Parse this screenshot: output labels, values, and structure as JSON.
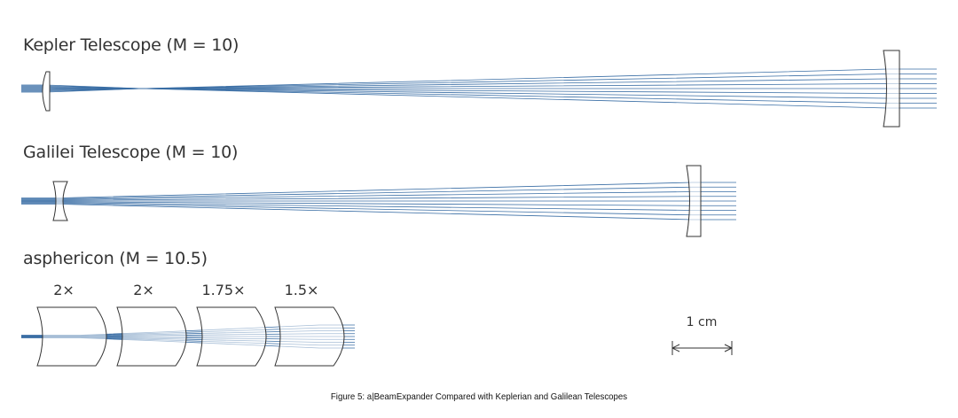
{
  "diagram": {
    "kepler_title": "Kepler Telescope (M = 10)",
    "galilei_title": "Galilei Telescope (M = 10)",
    "asphericon_title": "asphericon (M = 10.5)",
    "stage_factors": [
      "2×",
      "2×",
      "1.75×",
      "1.5×"
    ],
    "scale_bar_label": "1 cm",
    "caption": "Figure 5: a|BeamExpander Compared with Keplerian and Galilean Telescopes"
  },
  "colors": {
    "ray": "#3a6ea5",
    "lens_outline": "#333333",
    "text": "#333333"
  }
}
